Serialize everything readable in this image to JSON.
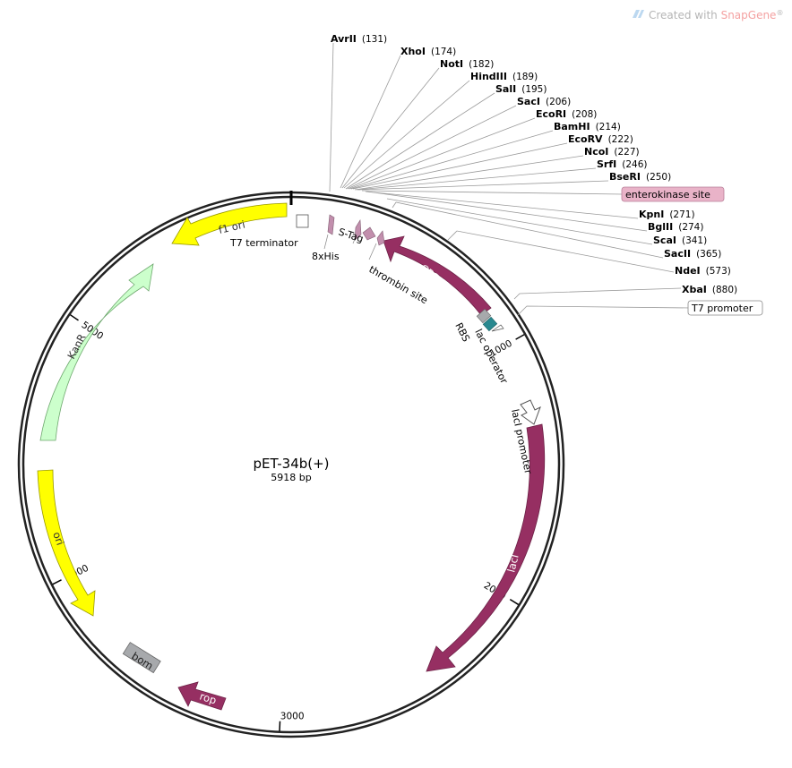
{
  "branding": {
    "prefix": "Created with ",
    "product": "SnapGene",
    "reg": "®"
  },
  "plasmid": {
    "name": "pET-34b(+)",
    "size_label": "5918 bp",
    "length_bp": 5918
  },
  "ruler": [
    {
      "bp": 1000,
      "label": "1000"
    },
    {
      "bp": 2000,
      "label": "2000"
    },
    {
      "bp": 3000,
      "label": "3000"
    },
    {
      "bp": 4000,
      "label": "4000"
    },
    {
      "bp": 5000,
      "label": "5000"
    }
  ],
  "restriction_sites": [
    {
      "name": "AvrII",
      "position": "(131)"
    },
    {
      "name": "XhoI",
      "position": "(174)"
    },
    {
      "name": "NotI",
      "position": "(182)"
    },
    {
      "name": "HindIII",
      "position": "(189)"
    },
    {
      "name": "SalI",
      "position": "(195)"
    },
    {
      "name": "SacI",
      "position": "(206)"
    },
    {
      "name": "EcoRI",
      "position": "(208)"
    },
    {
      "name": "BamHI",
      "position": "(214)"
    },
    {
      "name": "EcoRV",
      "position": "(222)"
    },
    {
      "name": "NcoI",
      "position": "(227)"
    },
    {
      "name": "SrfI",
      "position": "(246)"
    },
    {
      "name": "BseRI",
      "position": "(250)"
    },
    {
      "name": "KpnI",
      "position": "(271)"
    },
    {
      "name": "BglII",
      "position": "(274)"
    },
    {
      "name": "ScaI",
      "position": "(341)"
    },
    {
      "name": "SacII",
      "position": "(365)"
    },
    {
      "name": "NdeI",
      "position": "(573)"
    },
    {
      "name": "XbaI",
      "position": "(880)"
    }
  ],
  "boxed_features": {
    "enterokinase": "enterokinase site",
    "t7_promoter": "T7 promoter"
  },
  "features": {
    "f1_ori": "f1 ori",
    "kanr": "KanR",
    "ori": "ori",
    "bom": "bom",
    "rop": "rop",
    "laci": "lacI",
    "cbd_tag": "CBD Tag"
  },
  "outside_labels": {
    "t7_terminator": "T7 terminator",
    "his8": "8xHis",
    "stag": "S-Tag",
    "thrombin": "thrombin site",
    "rbs": "RBS",
    "lac_operator": "lac operator",
    "laci_promoter": "lacI promoter"
  },
  "colors": {
    "magenta": "#962f62",
    "yellow": "#ffff00",
    "kanr_green": "#ccffcc",
    "bom_gray": "#a7a9ac",
    "small_feature_pink": "#c28fad",
    "lac_operator_teal": "#28888f",
    "enterokinase_fill": "#e9b3c8"
  }
}
